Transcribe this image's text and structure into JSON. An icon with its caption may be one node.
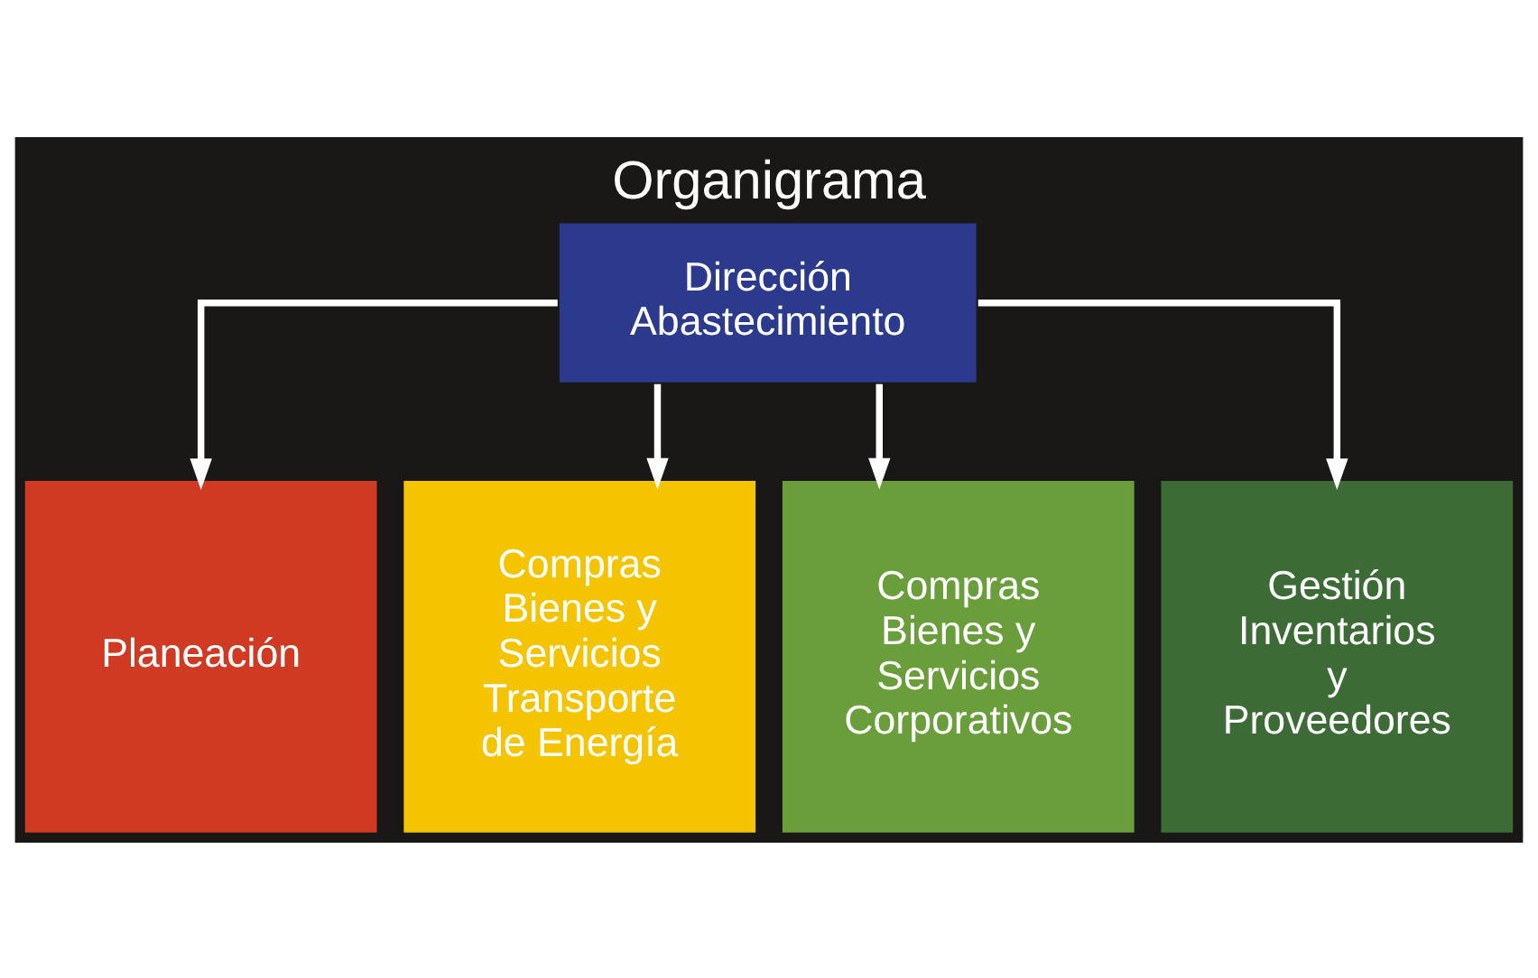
{
  "diagram": {
    "title": "Organigrama",
    "nodes": [
      {
        "text": [
          "Dirección Abastecimiento"
        ]
      },
      {
        "text": [
          "Planeación"
        ]
      },
      {
        "text": [
          "Compras Bienes y Servicios Transporte de Energía"
        ]
      },
      {
        "text": [
          "Compras Bienes y Servicios Corporativos"
        ]
      },
      {
        "text": [
          "Gestión Inventarios y Proveedores"
        ]
      }
    ],
    "edges": [
      {
        "from": 0,
        "to": 1,
        "arrow": "to"
      },
      {
        "from": 0,
        "to": 2,
        "arrow": "to"
      },
      {
        "from": 0,
        "to": 3,
        "arrow": "to"
      },
      {
        "from": 0,
        "to": 4,
        "arrow": "to"
      }
    ]
  }
}
